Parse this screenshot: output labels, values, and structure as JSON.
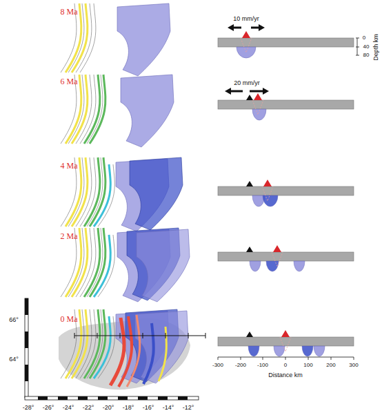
{
  "diagram": {
    "labels": [
      "8 Ma",
      "6 Ma",
      "4 Ma",
      "2 Ma",
      "0 Ma",
      "10 mm/yr",
      "20 mm/yr",
      "0",
      "40",
      "80",
      "Depth km",
      "-300",
      "-200",
      "-100",
      "0",
      "100",
      "200",
      "300",
      "Distance km",
      "66°",
      "64°",
      "-28°",
      "-26°",
      "-24°",
      "-22°",
      "-20°",
      "-18°",
      "-16°",
      "-14°",
      "-12°"
    ]
  }
}
